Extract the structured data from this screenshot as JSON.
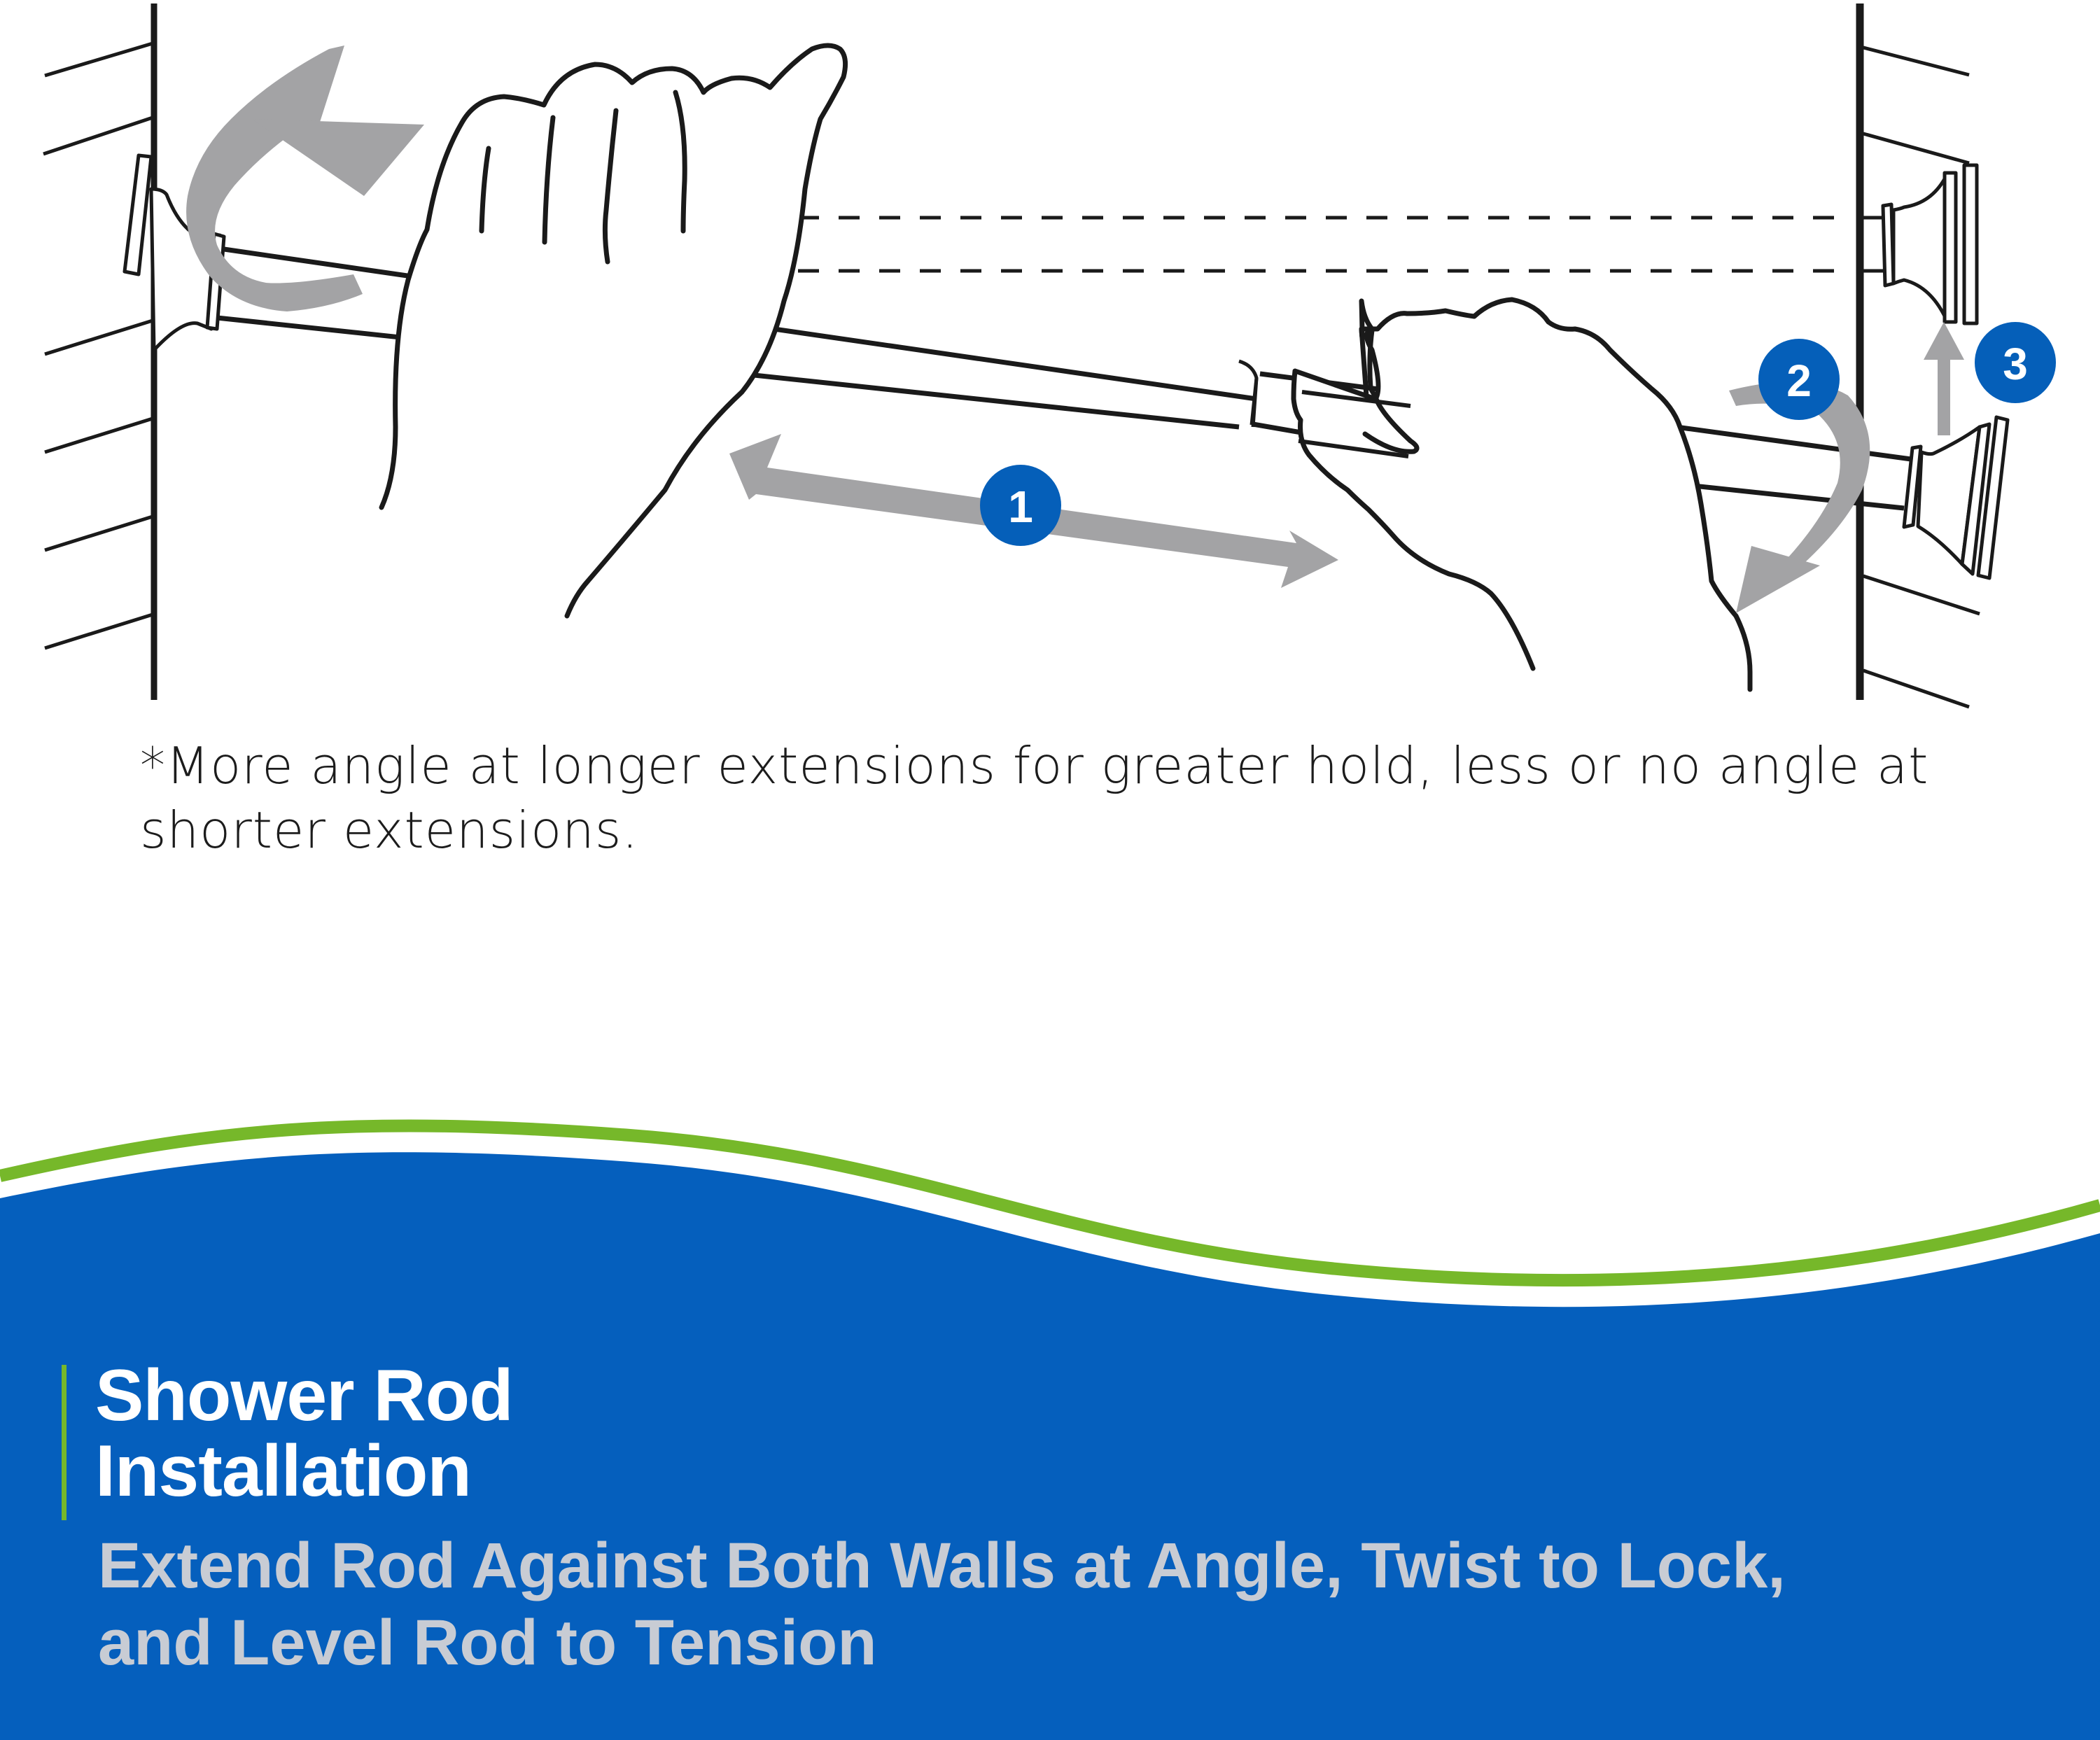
{
  "illustration": {
    "description": "Two hands extending a tension shower rod between two walls at an angle, twisting, then leveling",
    "colors": {
      "line": "#1a1a1a",
      "arrow": "#a3a3a5",
      "badge": "#055fb9",
      "banner_blue": "#055fbd",
      "accent_green": "#76b82a"
    },
    "steps": [
      {
        "number": "1",
        "action": "extend-rod",
        "arrow": "double-headed-horizontal"
      },
      {
        "number": "2",
        "action": "twist-to-lock",
        "arrow": "curved-rotation"
      },
      {
        "number": "3",
        "action": "level-rod",
        "arrow": "up"
      }
    ]
  },
  "caption": "*More angle at longer extensions for greater hold, less or no angle at shorter extensions.",
  "banner": {
    "title_line1": "Shower Rod",
    "title_line2": "Installation",
    "subtitle_line1": "Extend Rod Against Both Walls at Angle, Twist to Lock,",
    "subtitle_line2": "and Level Rod to Tension"
  }
}
